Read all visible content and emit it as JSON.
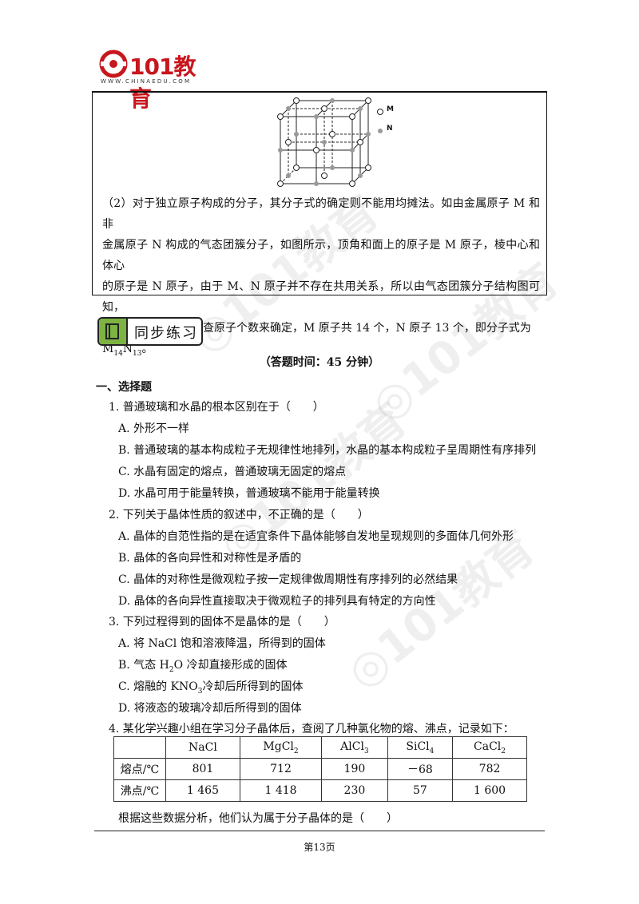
{
  "header": {
    "brand": "101教育",
    "url": "WWW.CHINAEDU.COM"
  },
  "figure": {
    "legend_m": "M",
    "legend_n": "N"
  },
  "paragraph": {
    "line1": "（2）对于独立原子构成的分子，其分子式的确定则不能用均摊法。如由金属原子 M 和非",
    "line2": "金属原子 N 构成的气态团簇分子，如图所示，顶角和面上的原子是 M 原子，棱中心和体心",
    "line3": "的原子是 N 原子，由于 M、N 原子并不存在共用关系，所以由气态团簇分子结构图可知，",
    "line4": "其分子式可由示意图查原子个数来确定，M 原子共 14 个，N 原子 13 个，即分子式为",
    "formula_m": "M",
    "formula_m_sub": "14",
    "formula_n": "N",
    "formula_n_sub": "13",
    "formula_end": "。"
  },
  "section": {
    "title": "同步练习"
  },
  "time_note": "（答题时间：45 分钟）",
  "part1": "一、选择题",
  "q1": {
    "stem": "1. 普通玻璃和水晶的根本区别在于（　　）",
    "a": "A. 外形不一样",
    "b": "B. 普通玻璃的基本构成粒子无规律性地排列，水晶的基本构成粒子呈周期性有序排列",
    "c": "C. 水晶有固定的熔点，普通玻璃无固定的熔点",
    "d": "D. 水晶可用于能量转换，普通玻璃不能用于能量转换"
  },
  "q2": {
    "stem": "2. 下列关于晶体性质的叙述中，不正确的是（　　）",
    "a": "A. 晶体的自范性指的是在适宜条件下晶体能够自发地呈现规则的多面体几何外形",
    "b": "B. 晶体的各向异性和对称性是矛盾的",
    "c": "C. 晶体的对称性是微观粒子按一定规律做周期性有序排列的必然结果",
    "d": "D. 晶体的各向异性直接取决于微观粒子的排列具有特定的方向性"
  },
  "q3": {
    "stem": "3. 下列过程得到的固体不是晶体的是（　　）",
    "a": "A. 将 NaCl 饱和溶液降温，所得到的固体",
    "b_pre": "B. 气态 H",
    "b_sub": "2",
    "b_post": "O 冷却直接形成的固体",
    "c_pre": "C. 熔融的 KNO",
    "c_sub": "3",
    "c_post": "冷却后所得到的固体",
    "d": "D. 将液态的玻璃冷却后所得到的固体"
  },
  "q4": {
    "stem": "4. 某化学兴趣小组在学习分子晶体后，查阅了几种氯化物的熔、沸点，记录如下：",
    "table": {
      "h0": "",
      "h1": "NaCl",
      "h2": "MgCl",
      "h2s": "2",
      "h3": "AlCl",
      "h3s": "3",
      "h4": "SiCl",
      "h4s": "4",
      "h5": "CaCl",
      "h5s": "2",
      "r1": [
        "熔点/℃",
        "801",
        "712",
        "190",
        "－68",
        "782"
      ],
      "r2": [
        "沸点/℃",
        "1 465",
        "1 418",
        "230",
        "57",
        "1 600"
      ]
    },
    "after": "根据这些数据分析，他们认为属于分子晶体的是（　　）"
  },
  "footer": {
    "page": "第13页"
  }
}
